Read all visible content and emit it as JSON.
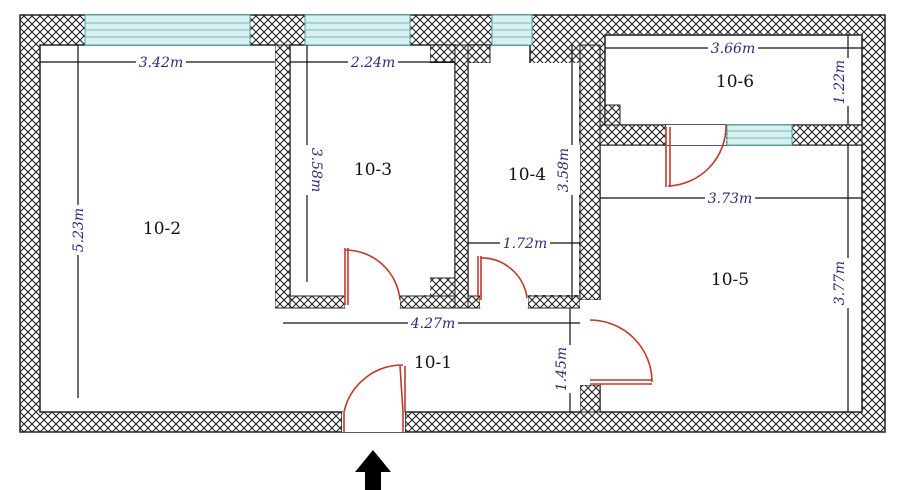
{
  "plan": {
    "rooms": [
      {
        "id": "r2",
        "label": "10-2"
      },
      {
        "id": "r3",
        "label": "10-3"
      },
      {
        "id": "r4",
        "label": "10-4"
      },
      {
        "id": "r6",
        "label": "10-6"
      },
      {
        "id": "r5",
        "label": "10-5"
      },
      {
        "id": "r1",
        "label": "10-1"
      }
    ],
    "dimensions": {
      "r2_width": "3.42m",
      "r2_height": "5.23m",
      "r3_width": "2.24m",
      "r3_height": "3.58m",
      "r4_height": "3.58m",
      "r4_width": "1.72m",
      "r6_width": "3.66m",
      "r6_height": "1.22m",
      "r5_width": "3.73m",
      "r5_height": "3.77m",
      "corridor_width": "4.27m",
      "corridor_height": "1.45m"
    },
    "colors": {
      "wall_hatch": "#222222",
      "door": "#c0392b",
      "window": "#d9f0f0",
      "dimension_text": "#2b2b80"
    },
    "entrance_icon": "entrance-arrow-icon"
  }
}
